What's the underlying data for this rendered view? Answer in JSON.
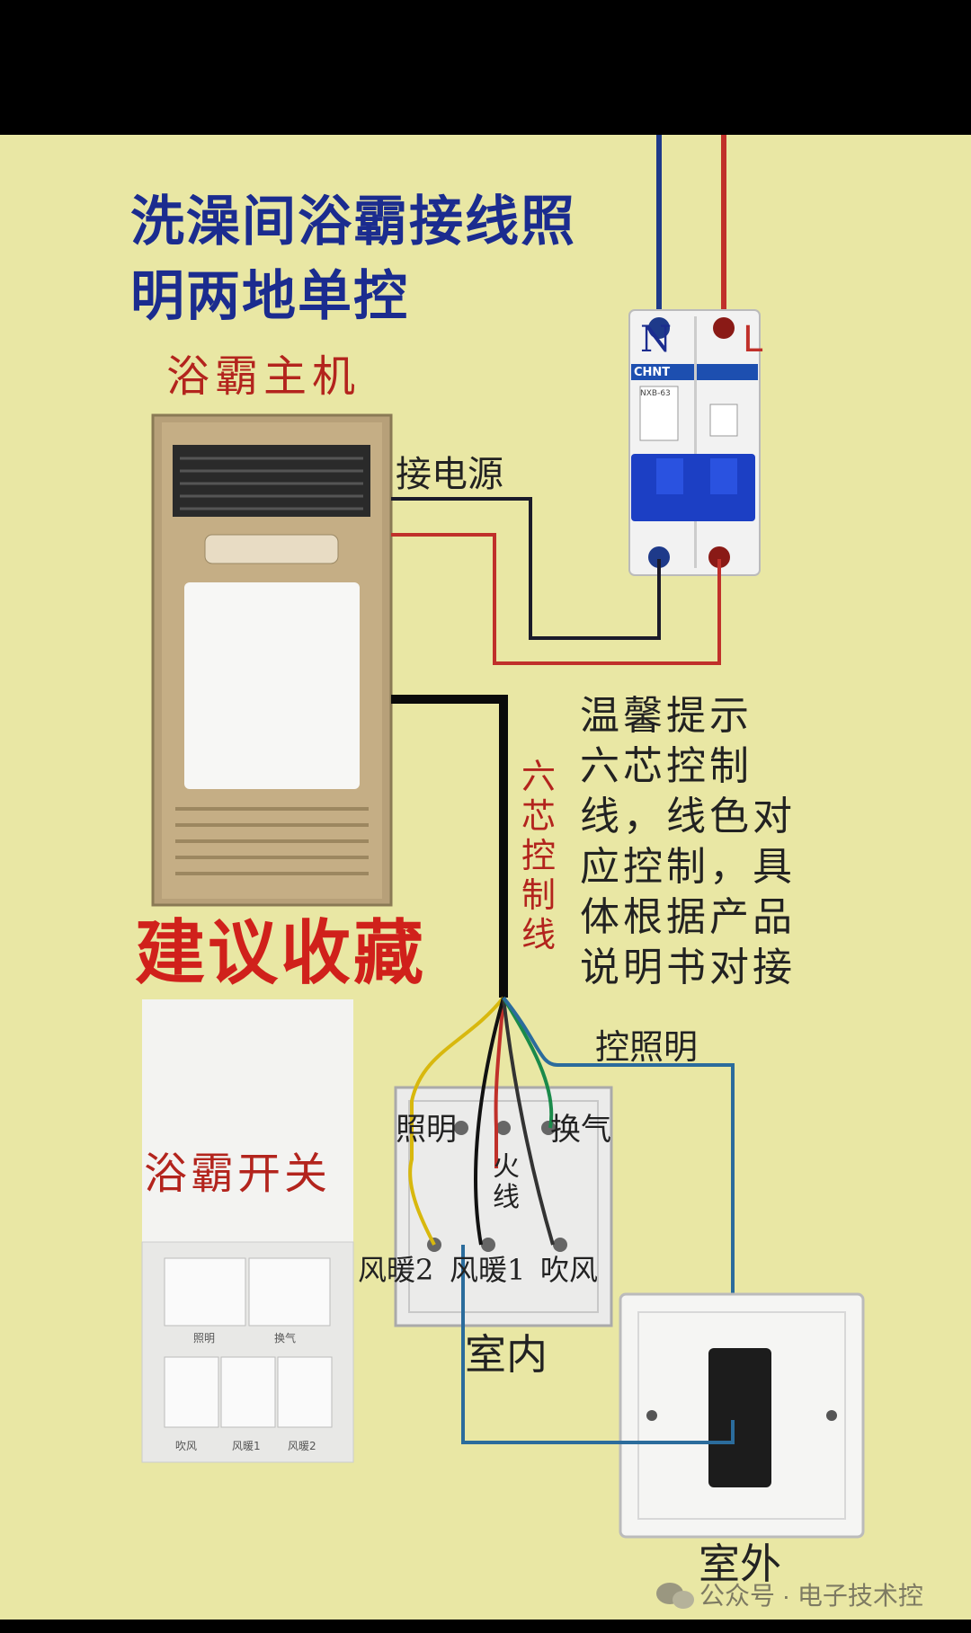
{
  "title": {
    "line1": "洗澡间浴霸接线照",
    "line2": "明两地单控"
  },
  "labels": {
    "host": "浴霸主机",
    "power": "接电源",
    "cable": "六芯控制线",
    "favorite": "建议收藏",
    "bath_switch": "浴霸开关",
    "light_ctrl": "控照明",
    "lighting": "照明",
    "live": "火线",
    "vent": "换气",
    "heat2": "风暖2",
    "heat1": "风暖1",
    "blow": "吹风",
    "indoor": "室内",
    "outdoor": "室外",
    "n": "N",
    "l": "L"
  },
  "tip": {
    "lines": [
      "温馨提示",
      "六芯控制",
      "线，线色对",
      "应控制，具",
      "体根据产品",
      "说明书对接"
    ]
  },
  "breaker": {
    "brand": "CHNT",
    "model": "NXB-63"
  },
  "panel": {
    "top_left": "照明",
    "top_right": "换气",
    "bottom_1": "吹风",
    "bottom_2": "风暖1",
    "bottom_3": "风暖2"
  },
  "watermark": {
    "text": "公众号 · 电子技术控"
  },
  "colors": {
    "background": "#e9e7a4",
    "title": "#1b2c8f",
    "favorite": "#d0211b",
    "live_wire": "#c0302a",
    "neutral_wire": "#1e3a8a"
  }
}
